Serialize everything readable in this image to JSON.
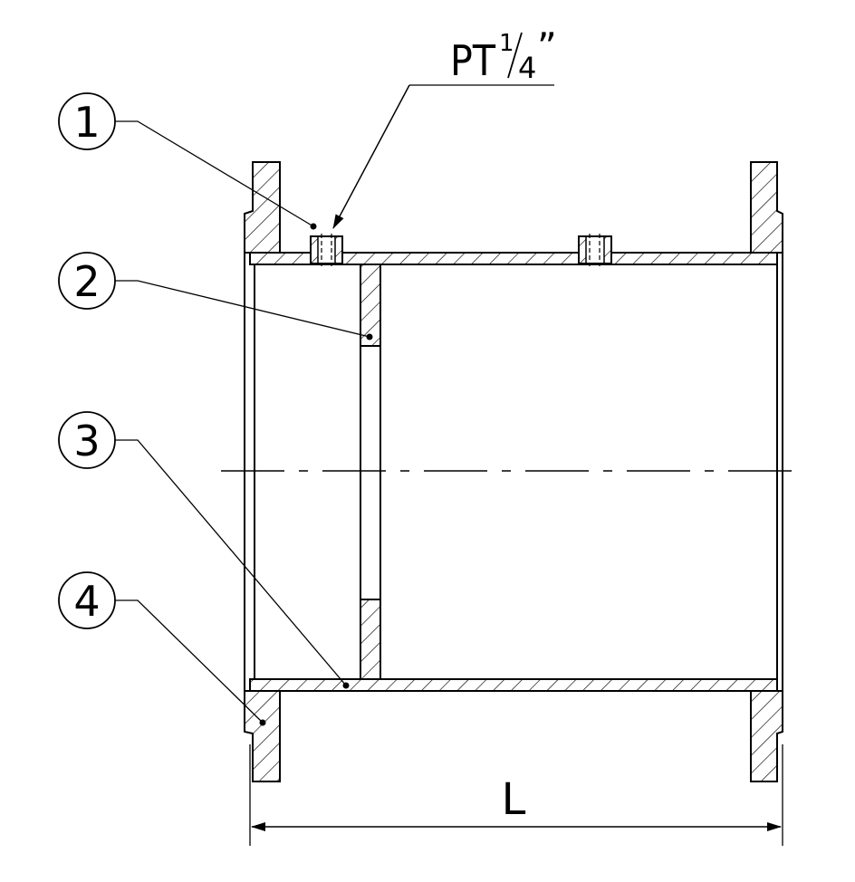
{
  "annotation": {
    "thread_spec": "PT 1/4\"",
    "thread_prefix": "PT",
    "fraction_numerator": "1",
    "fraction_denominator": "4",
    "inch_mark": "”"
  },
  "balloons": [
    {
      "id": "1",
      "label": "1"
    },
    {
      "id": "2",
      "label": "2"
    },
    {
      "id": "3",
      "label": "3"
    },
    {
      "id": "4",
      "label": "4"
    }
  ],
  "dimension": {
    "label": "L"
  },
  "colors": {
    "line": "#000000",
    "background": "#ffffff"
  }
}
